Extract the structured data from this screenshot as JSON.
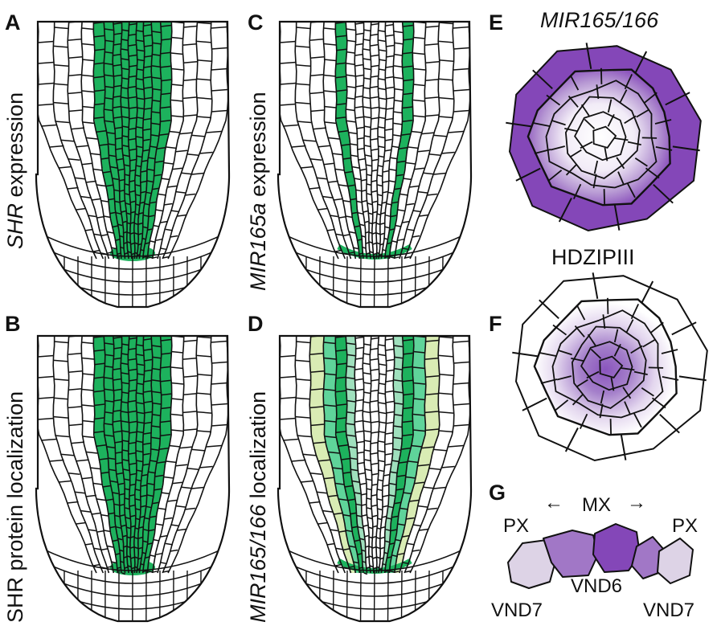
{
  "panels": {
    "A": {
      "letter": "A",
      "label_gene": "SHR",
      "label_rest": " expression"
    },
    "B": {
      "letter": "B",
      "label": "SHR protein localization"
    },
    "C": {
      "letter": "C",
      "label_gene": "MIR165a",
      "label_rest": " expression"
    },
    "D": {
      "letter": "D",
      "label_gene": "MIR165/166",
      "label_rest": " localization"
    },
    "E": {
      "letter": "E",
      "title": "MIR165/166"
    },
    "F": {
      "letter": "F",
      "title": "HDZIPIII"
    },
    "G": {
      "letter": "G",
      "mx": "MX",
      "px_left": "PX",
      "px_right": "PX",
      "vnd6": "VND6",
      "vnd7_left": "VND7",
      "vnd7_right": "VND7",
      "arrow_left": "←",
      "arrow_right": "→"
    }
  },
  "colors": {
    "green": "#1db25d",
    "light_green": "#d9ecb4",
    "mid_green": "#5fd49a",
    "purple": "#8447b8",
    "light_purple": "#ddd3e6",
    "mid_purple": "#a177c6",
    "outline": "#111111"
  }
}
